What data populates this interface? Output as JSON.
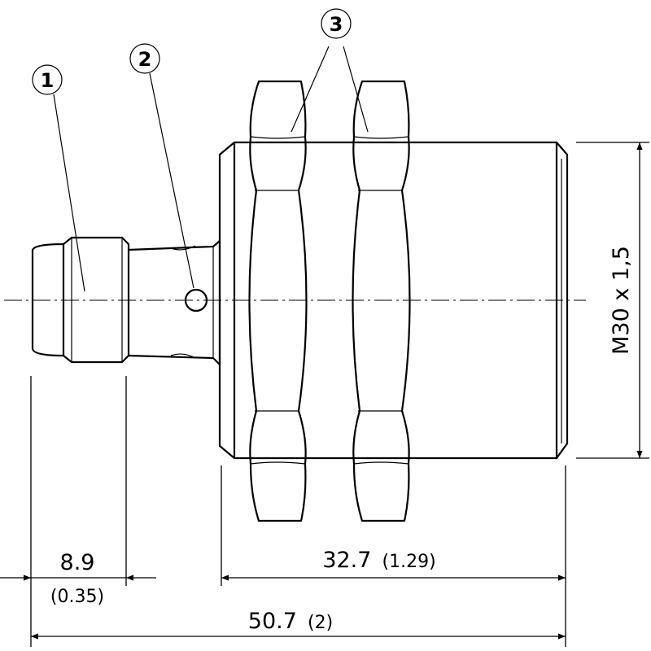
{
  "callouts": [
    "1",
    "2",
    "3"
  ],
  "dimensions": {
    "d1_value": "8.9",
    "d1_inch": "(0.35)",
    "d2_value": "32.7",
    "d2_inch": "(1.29)",
    "d3_value": "50.7",
    "d3_inch": "(2)",
    "thread": "M30 x 1,5"
  }
}
